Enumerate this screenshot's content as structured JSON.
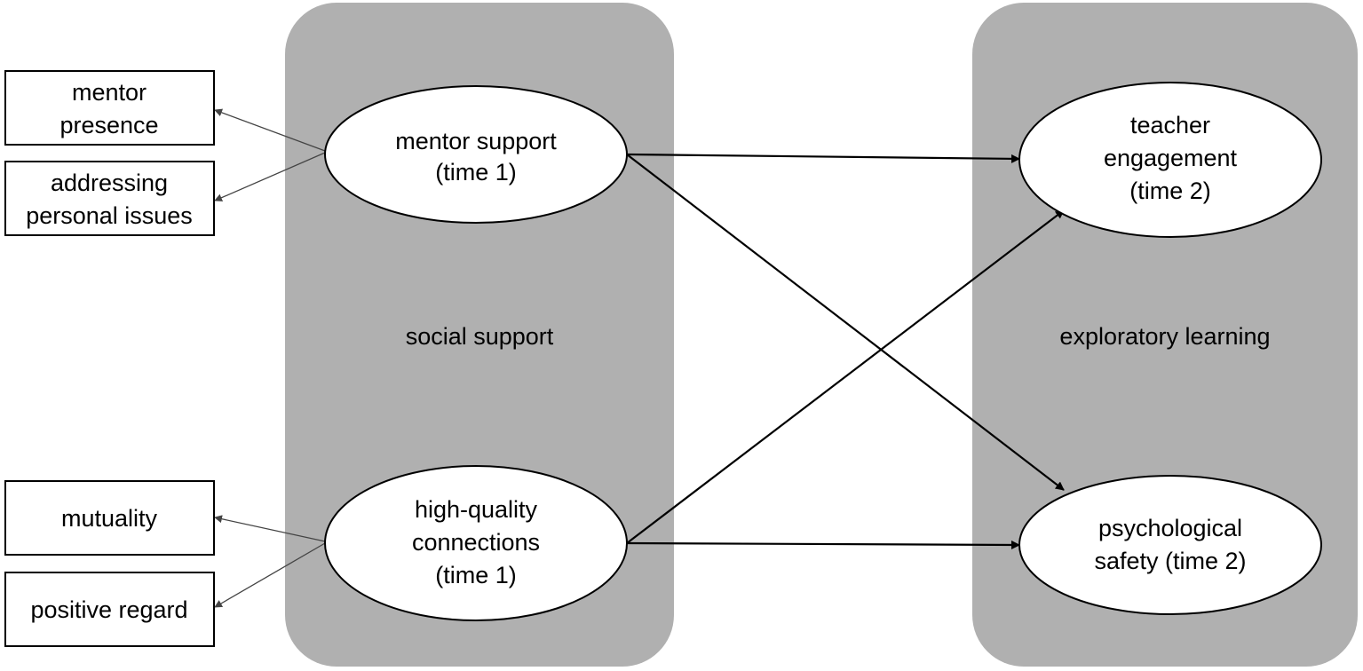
{
  "groups": {
    "social_support": "social support",
    "exploratory_learning": "exploratory learning"
  },
  "latent": {
    "mentor_support": [
      "mentor support",
      "(time 1)"
    ],
    "hq_connections": [
      "high-quality",
      "connections",
      "(time 1)"
    ],
    "teacher_engagement": [
      "teacher",
      "engagement",
      "(time 2)"
    ],
    "psych_safety": [
      "psychological",
      "safety (time 2)"
    ]
  },
  "indicators": {
    "mentor_presence": [
      "mentor",
      "presence"
    ],
    "addressing_issues": [
      "addressing",
      "personal issues"
    ],
    "mutuality": [
      "mutuality"
    ],
    "positive_regard": [
      "positive regard"
    ]
  },
  "colors": {
    "group_fill": "#b0b0b0",
    "node_fill": "#ffffff",
    "stroke": "#000000",
    "indicator_arrow": "#444444"
  }
}
